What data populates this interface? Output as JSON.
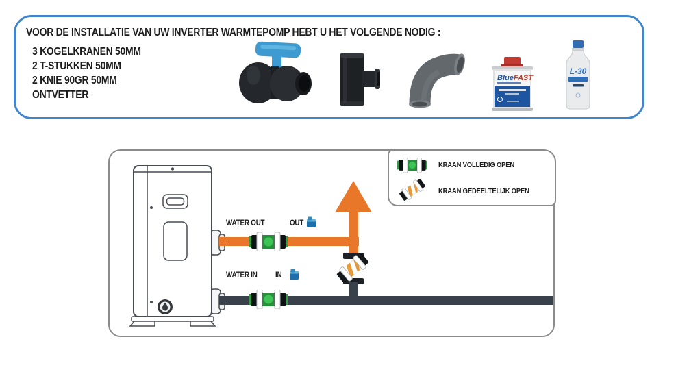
{
  "requirements": {
    "title": "VOOR DE INSTALLATIE VAN UW INVERTER WARMTEPOMP HEBT U HET VOLGENDE NODIG :",
    "items": [
      "3 KOGELKRANEN 50MM",
      "2 T-STUKKEN 50MM",
      "2 KNIE 90GR 50MM",
      "ONTVETTER"
    ],
    "panel_border_color": "#3f86cf",
    "products": [
      {
        "name": "kogelkraan-50mm"
      },
      {
        "name": "t-stuk-50mm"
      },
      {
        "name": "knie-90gr-50mm"
      },
      {
        "name": "pvc-lijm-bluefast",
        "brand_part1": "Blue",
        "brand_part2": "FAST"
      },
      {
        "name": "ontvetter-l30",
        "label": "L-30"
      }
    ]
  },
  "diagram": {
    "labels": {
      "water_out": "WATER OUT",
      "out": "OUT",
      "water_in": "WATER IN",
      "in": "IN"
    },
    "legend": {
      "items": [
        {
          "icon": "valve-open-icon",
          "label": "KRAAN VOLLEDIG OPEN"
        },
        {
          "icon": "valve-partial-icon",
          "label": "KRAAN GEDEELTELIJK OPEN"
        }
      ]
    },
    "colors": {
      "water_out_pipe": "#e8772a",
      "water_in_pipe": "#39414b",
      "valve_open_green": "#3dc455",
      "valve_partial_orange": "#e69a38",
      "glue_cap_red": "#c23b32",
      "bottle_blue": "#2f6db5"
    }
  }
}
